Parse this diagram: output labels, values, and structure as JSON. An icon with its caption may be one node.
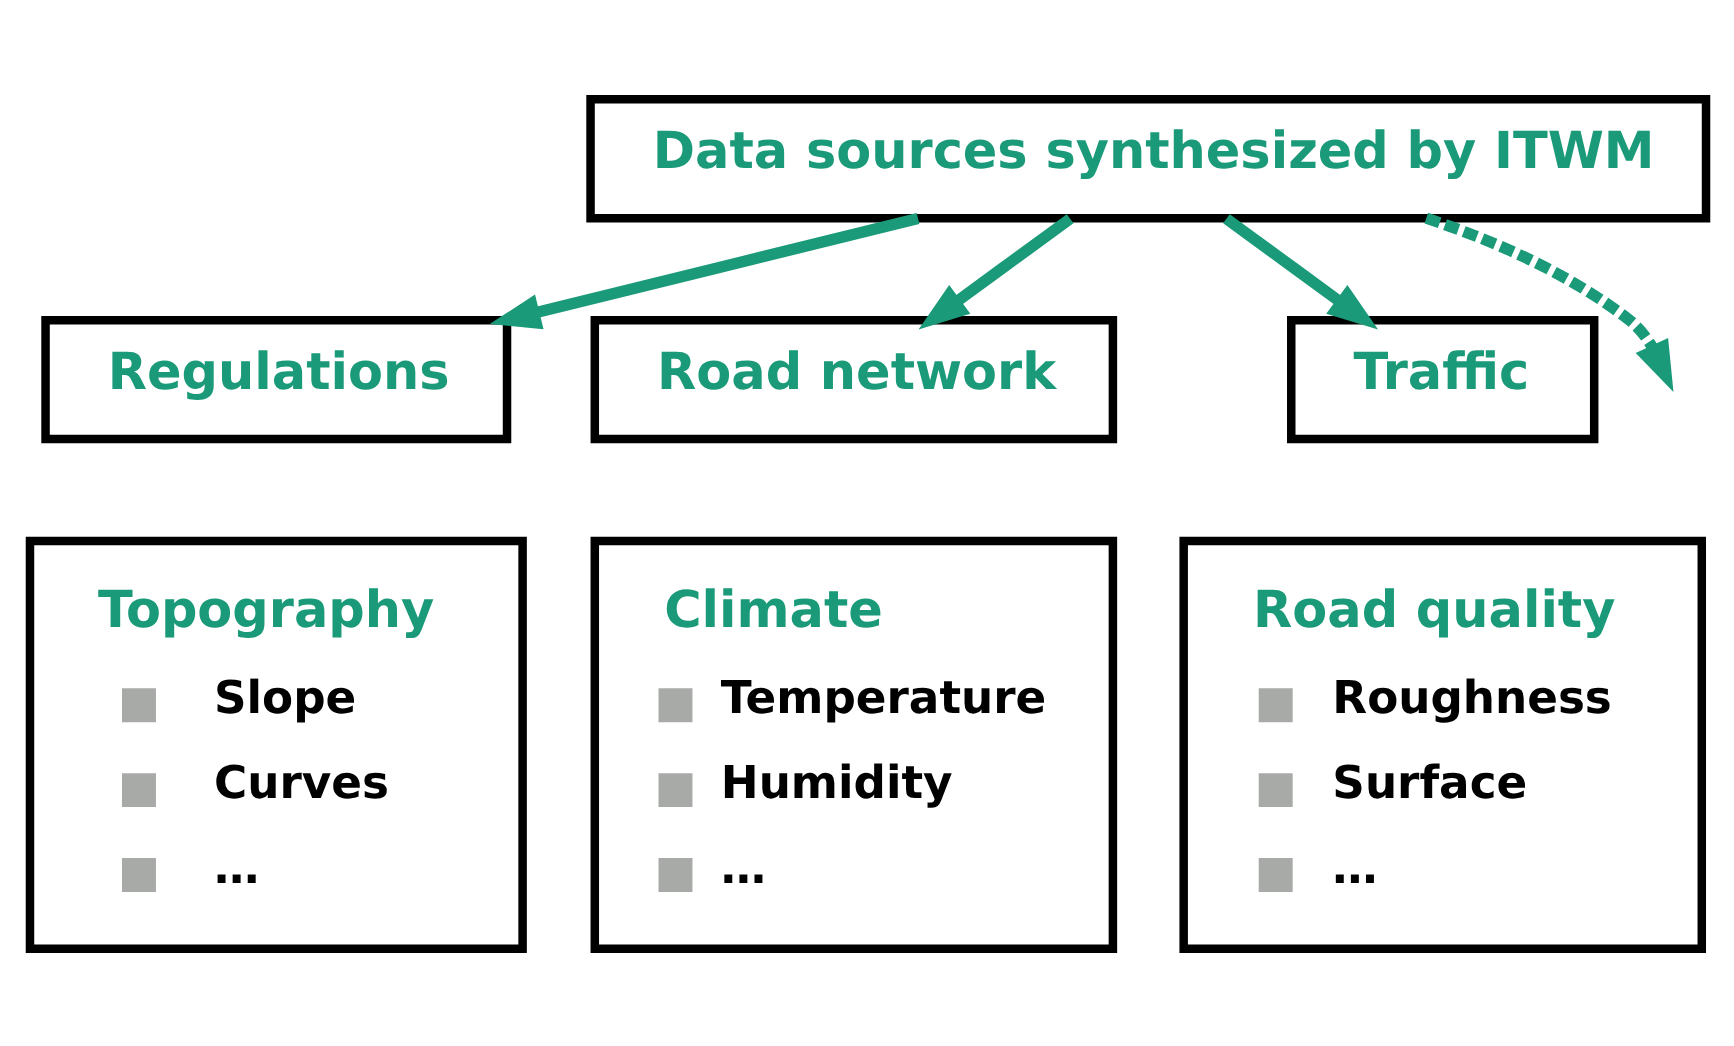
{
  "diagram": {
    "nodes": [
      {
        "text": [
          "Data sources synthesized by ITWM"
        ]
      },
      {
        "text": [
          "Regulations"
        ]
      },
      {
        "text": [
          "Topography",
          "Slope",
          "Curves",
          "…"
        ]
      },
      {
        "text": [
          "Road network"
        ]
      },
      {
        "text": [
          "Climate",
          "Temperature",
          "Humidity",
          "…"
        ]
      },
      {
        "text": [
          "Traffic"
        ]
      },
      {
        "text": [
          "Road quality",
          "Roughness",
          "Surface",
          "…"
        ]
      }
    ],
    "edges": [
      {
        "from": 0,
        "to": 1,
        "arrow": "to"
      },
      {
        "from": 0,
        "to": 3,
        "arrow": "to"
      },
      {
        "from": 0,
        "to": 5,
        "arrow": "to"
      },
      {
        "from": 0,
        "to": null,
        "arrow": "to",
        "style": "dashed"
      }
    ]
  }
}
